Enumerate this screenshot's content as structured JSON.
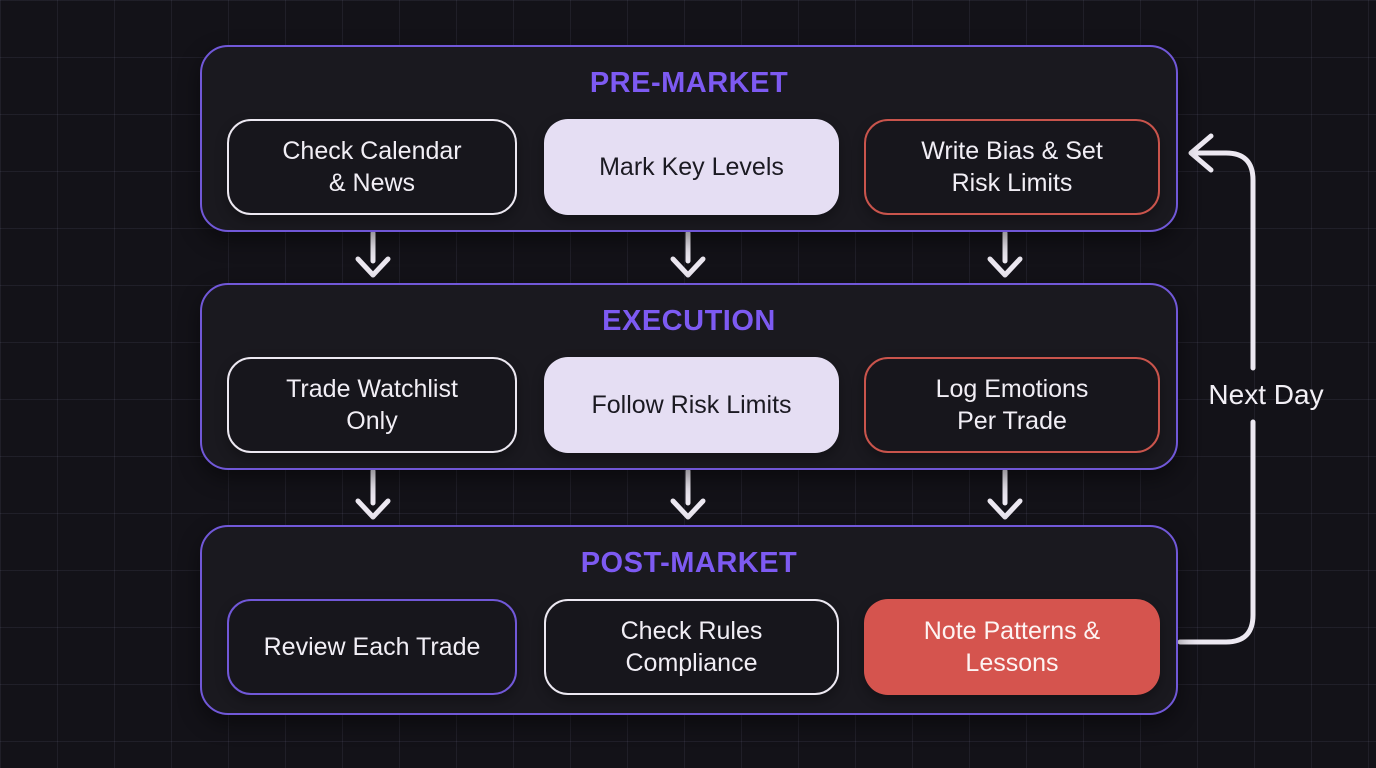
{
  "diagram": {
    "type": "flowchart",
    "theme": {
      "background": "#131218",
      "panel_fill": "#1a191f",
      "panel_border_purple": "#7158d8",
      "title_purple": "#7d5af2",
      "light_outline": "#ece8f1",
      "red_outline": "#c9544c",
      "red_fill": "#d5544e",
      "lavender_fill": "#e5def3",
      "arrow_color": "#ece8f1"
    }
  },
  "sections": [
    {
      "id": "pre-market",
      "title": "PRE-MARKET",
      "boxes": [
        {
          "label": "Check Calendar\n& News",
          "style": "outline-light"
        },
        {
          "label": "Mark Key Levels",
          "style": "fill-lavender"
        },
        {
          "label": "Write Bias & Set\nRisk Limits",
          "style": "outline-red"
        }
      ]
    },
    {
      "id": "execution",
      "title": "EXECUTION",
      "boxes": [
        {
          "label": "Trade Watchlist\nOnly",
          "style": "outline-light"
        },
        {
          "label": "Follow Risk Limits",
          "style": "fill-lavender"
        },
        {
          "label": "Log Emotions\nPer Trade",
          "style": "outline-red"
        }
      ]
    },
    {
      "id": "post-market",
      "title": "POST-MARKET",
      "boxes": [
        {
          "label": "Review Each Trade",
          "style": "outline-purple"
        },
        {
          "label": "Check Rules\nCompliance",
          "style": "outline-light"
        },
        {
          "label": "Note Patterns &\nLessons",
          "style": "fill-red"
        }
      ]
    }
  ],
  "connections": {
    "down_arrows_per_gap": 3,
    "loop": {
      "label": "Next Day",
      "from": "post-market",
      "to": "pre-market"
    }
  }
}
